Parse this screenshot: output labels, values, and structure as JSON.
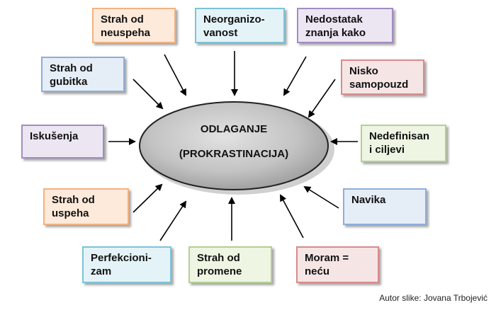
{
  "center": {
    "line1": "ODLAGANJE",
    "line2": "(PROKRASTINACIJA)"
  },
  "boxes": [
    {
      "text": "Strah od\nneuspeha",
      "fill": "#fdeada",
      "border": "#f2b280"
    },
    {
      "text": "Neorganizo-\nvanost",
      "fill": "#e4f3f8",
      "border": "#7dc3d9"
    },
    {
      "text": "Nedostatak\nznanja kako",
      "fill": "#ece6f3",
      "border": "#a28cc0"
    },
    {
      "text": "Strah od\ngubitka",
      "fill": "#e5edf7",
      "border": "#8eaedb"
    },
    {
      "text": "Nisko\nsamopouzd",
      "fill": "#f6e5e5",
      "border": "#d98b8b"
    },
    {
      "text": "Iskušenja",
      "fill": "#ece6f3",
      "border": "#a28cc0"
    },
    {
      "text": "Nedefinisan\ni ciljevi",
      "fill": "#eef5e3",
      "border": "#b3d090"
    },
    {
      "text": "Strah od\nuspeha",
      "fill": "#fdeada",
      "border": "#f2b280"
    },
    {
      "text": "Navika",
      "fill": "#e5edf7",
      "border": "#8eaedb"
    },
    {
      "text": "Perfekcioni-\nzam",
      "fill": "#e4f3f8",
      "border": "#7dc3d9"
    },
    {
      "text": "Strah od\npromene",
      "fill": "#eef5e3",
      "border": "#b3d090"
    },
    {
      "text": "Moram =\nneću",
      "fill": "#f6e5e5",
      "border": "#d98b8b"
    }
  ],
  "credit": "Autor slike: Jovana Trbojević"
}
